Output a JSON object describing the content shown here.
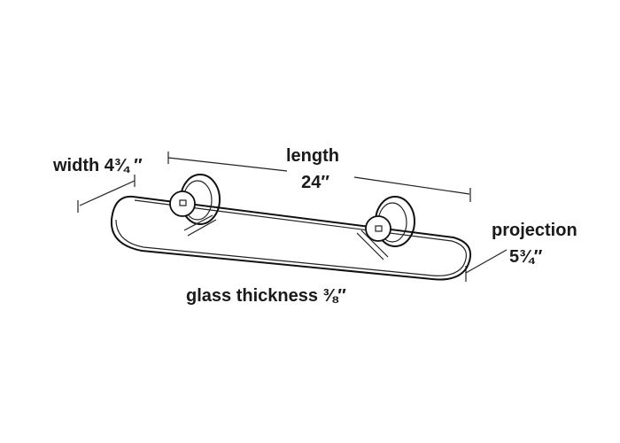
{
  "labels": {
    "width": "width 4¾ ″",
    "length": "length",
    "length_value": "24″",
    "projection": "projection",
    "projection_value": "5¾″",
    "glass_thickness": "glass thickness ⅜″"
  },
  "colors": {
    "line": "#111111",
    "background": "#ffffff"
  }
}
